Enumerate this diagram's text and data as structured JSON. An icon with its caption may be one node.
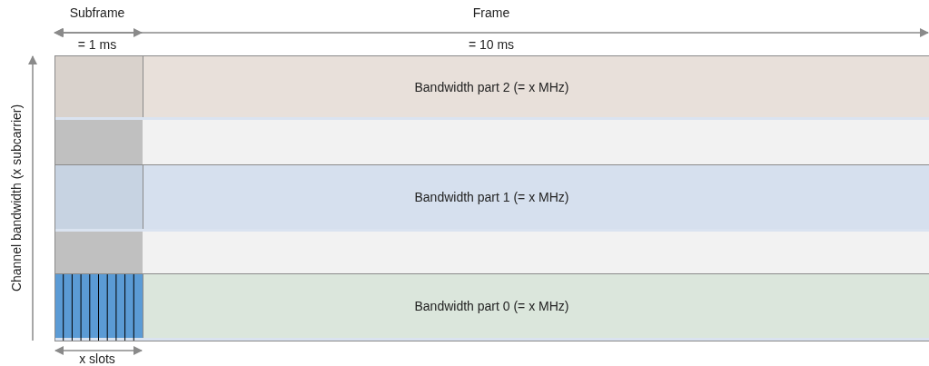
{
  "diagram": {
    "nodes": [
      {
        "text": [
          "Bandwidth part 2 (= x MHz)"
        ]
      },
      {
        "text": [
          "Bandwidth part 1 (= x MHz)"
        ]
      },
      {
        "text": [
          "Bandwidth part 0 (= x MHz)"
        ]
      }
    ],
    "labels": [
      "Subframe",
      "Frame",
      "= 1 ms",
      "= 10 ms",
      "Channel bandwidth (x subcarrier)",
      "x slots"
    ]
  }
}
